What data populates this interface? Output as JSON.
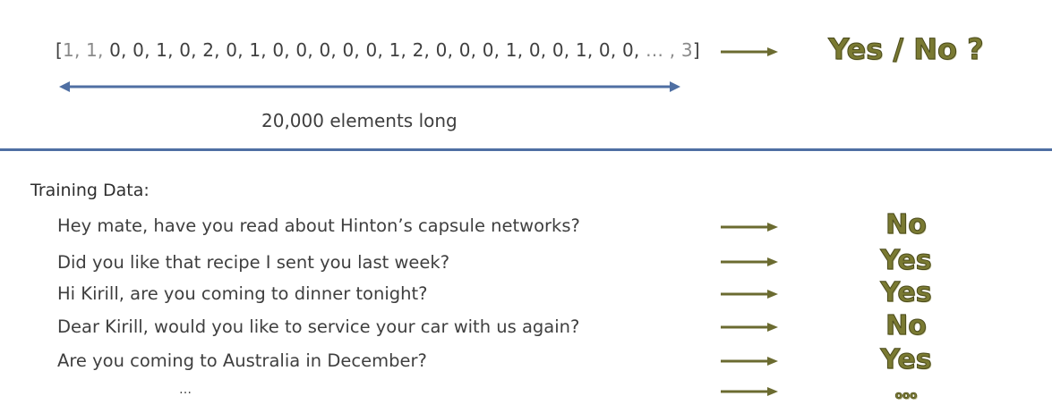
{
  "vector": {
    "open": "[",
    "first_dim": "1, 1,",
    "middle": " 0, 0, 1, 0, 2, 0, 1, 0, 0, 0, 0, 0, 1, 2, 0, 0, 0, 1, 0, 0, 1, 0, 0,",
    "ellipsis_dim": " … , 3",
    "close": "]",
    "length_label": "20,000 elements long",
    "output_question": "Yes / No ?"
  },
  "training": {
    "title": "Training Data:",
    "rows": [
      {
        "text": "Hey mate, have you read about Hinton’s capsule networks?",
        "label": "No"
      },
      {
        "text": "Did you like that recipe I sent you last week?",
        "label": "Yes"
      },
      {
        "text": "Hi Kirill, are you coming to dinner tonight?",
        "label": "Yes"
      },
      {
        "text": "Dear Kirill, would you like to service your car with us again?",
        "label": "No"
      },
      {
        "text": "Are you coming to Australia in December?",
        "label": "Yes"
      },
      {
        "text": "…",
        "label": "ooo"
      }
    ]
  },
  "colors": {
    "arrow_olive": "#6b6b30",
    "double_arrow_blue": "#4f6fa3",
    "divider_blue": "#4f6fa3",
    "answer_olive": "#7a7a32"
  }
}
